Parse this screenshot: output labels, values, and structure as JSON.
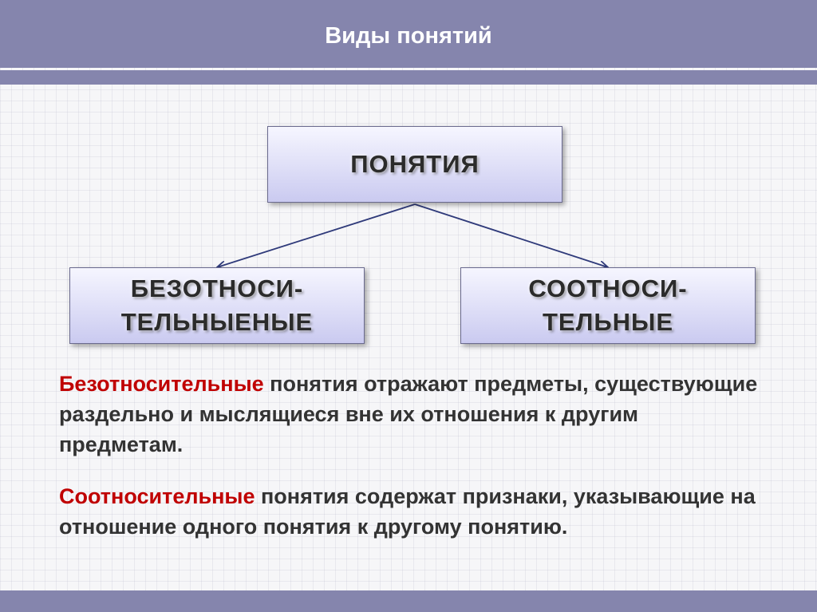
{
  "slide": {
    "title": "Виды понятий"
  },
  "diagram": {
    "root": {
      "label": "ПОНЯТИЯ"
    },
    "children": [
      {
        "line1": "БЕЗОТНОСИ-",
        "line2": "ТЕЛЬНЫЕНЫЕ"
      },
      {
        "line1": "СООТНОСИ-",
        "line2": "ТЕЛЬНЫЕ"
      }
    ]
  },
  "definitions": [
    {
      "term": "Безотносительные",
      "text": " понятия отражают предметы, существующие раздельно и мыслящиеся вне их отношения к другим предметам."
    },
    {
      "term": "Соотносительные",
      "text": " понятия содержат признаки, указывающие на отношение одного понятия к другому понятию."
    }
  ],
  "colors": {
    "band": "#8585ad",
    "term": "#c00000",
    "text": "#333333",
    "arrow": "#2f3a7a"
  }
}
